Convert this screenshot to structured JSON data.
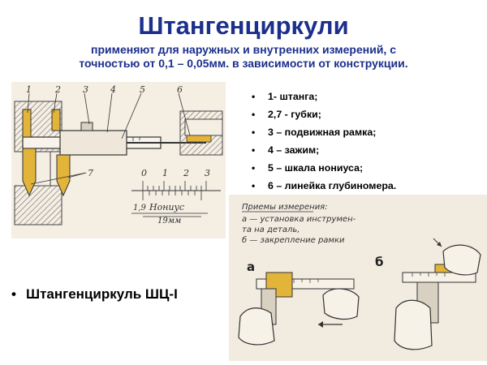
{
  "slide": {
    "title": "Штангенциркули",
    "subtitle_line1": "применяют для наружных и внутренних измерений, с",
    "subtitle_line2": "точностью от 0,1 – 0,05мм. в зависимости от конструкции.",
    "legend": [
      "1- штанга;",
      "2,7 - губки;",
      "3 – подвижная рамка;",
      "4 – зажим;",
      "5 – шкала нониуса;",
      "6 – линейка глубиномера."
    ],
    "bottom_bullet": "Штангенциркуль ШЦ-I"
  },
  "diagram": {
    "part_numbers": [
      "1",
      "2",
      "3",
      "4",
      "5",
      "6",
      "7"
    ],
    "scale_numbers": [
      "0",
      "1",
      "2",
      "3"
    ],
    "vernier_label": "Нониус",
    "dim_small": "1,9",
    "dim_large": "19мм",
    "colors": {
      "jaw": "#e2b43a",
      "hatch": "#6b6b6b",
      "paper": "#f4eee3",
      "ink": "#3a3a3a"
    }
  },
  "techniques": {
    "heading": "Приемы измерения:",
    "line_a1": "а — установка инструмен-",
    "line_a2": "та на деталь,",
    "line_b": "б — закрепление рамки",
    "label_a": "а",
    "label_b": "б"
  }
}
